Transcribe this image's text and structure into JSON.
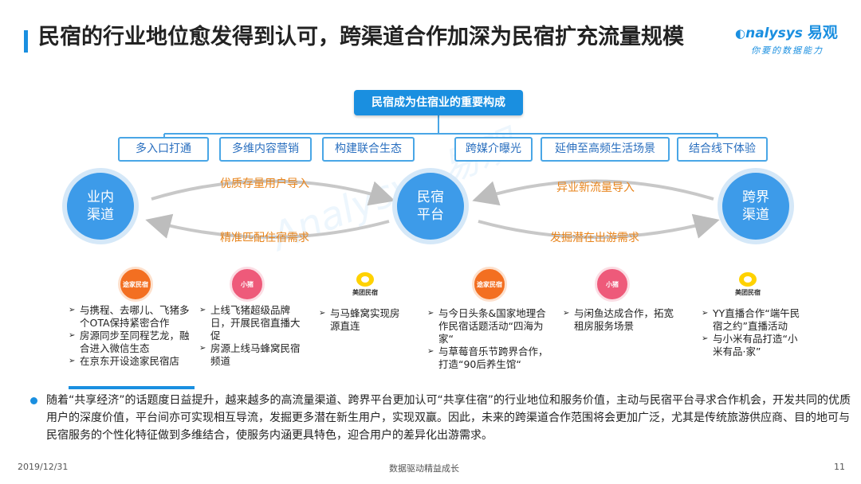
{
  "title": "民宿的行业地位愈发得到认可，跨渠道合作加深为民宿扩充流量规模",
  "logo": {
    "brand": "nalysys",
    "brand_cn": "易观",
    "tagline": "你要的数据能力"
  },
  "header": "民宿成为住宿业的重要构成",
  "tags": [
    "多入口打通",
    "多维内容营销",
    "构建联合生态",
    "跨媒介曝光",
    "延伸至高频生活场景",
    "结合线下体验"
  ],
  "nodes": {
    "left": "业内渠道",
    "center": "民宿平台",
    "right": "跨界渠道"
  },
  "flows": {
    "left_top": "优质存量用户导入",
    "left_bottom": "精准匹配住宿需求",
    "right_top": "异业新流量导入",
    "right_bottom": "发掘潜在出游需求"
  },
  "brands": [
    {
      "name": "途家民宿",
      "icon": "tujia-logo"
    },
    {
      "name": "小猪",
      "icon": "xiaozhu-logo"
    },
    {
      "name": "美团民宿",
      "icon": "meituan-logo"
    },
    {
      "name": "途家民宿",
      "icon": "tujia-logo"
    },
    {
      "name": "小猪",
      "icon": "xiaozhu-logo"
    },
    {
      "name": "美团民宿",
      "icon": "meituan-logo"
    }
  ],
  "bullets": [
    [
      "与携程、去哪儿、飞猪多个OTA保持紧密合作",
      "房源同步至同程艺龙，融合进入微信生态",
      "在京东开设途家民宿店"
    ],
    [
      "上线飞猪超级品牌日，开展民宿直播大促",
      "房源上线马蜂窝民宿频道"
    ],
    [
      "与马蜂窝实现房源直连"
    ],
    [
      "与今日头条&国家地理合作民宿话题活动“四海为家“",
      "与草莓音乐节跨界合作，打造“90后养生馆“"
    ],
    [
      "与闲鱼达成合作，拓宽租房服务场景"
    ],
    [
      "YY直播合作“端午民宿之约”直播活动",
      "与小米有品打造“小米有品·家”"
    ]
  ],
  "summary": "随着“共享经济”的话题度日益提升，越来越多的高流量渠道、跨界平台更加认可“共享住宿”的行业地位和服务价值，主动与民宿平台寻求合作机会，开发共同的优质用户的深度价值，平台间亦可实现相互导流，发掘更多潜在新生用户，实现双赢。因此，未来的跨渠道合作范围将会更加广泛，尤其是传统旅游供应商、目的地可与民宿服务的个性化特征做到多维结合，使服务内涵更具特色，迎合用户的差异化出游需求。",
  "footer": {
    "date": "2019/12/31",
    "center": "数据驱动精益成长",
    "page": "11"
  }
}
